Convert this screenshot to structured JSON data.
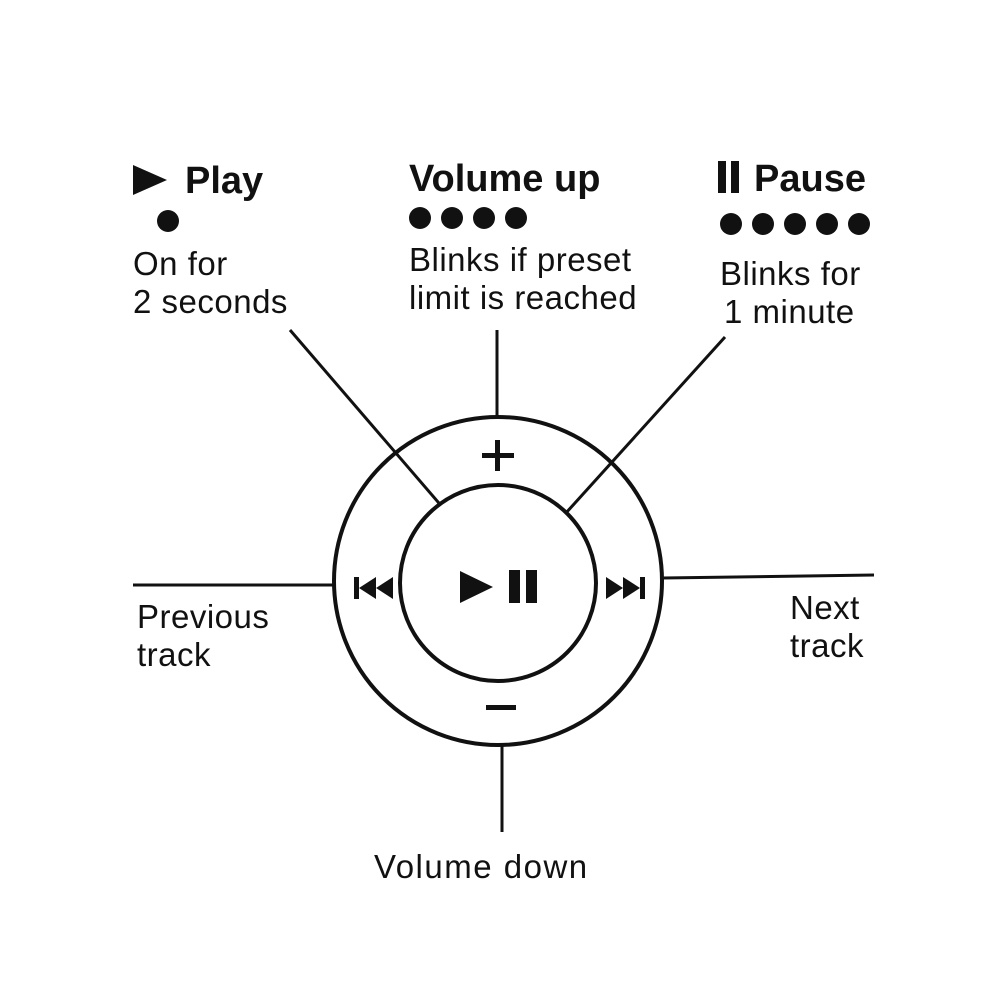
{
  "play": {
    "title": "Play",
    "icon": "play-icon",
    "dot_count": 1,
    "desc_line1": "On for",
    "desc_line2": "2 seconds"
  },
  "volume_up": {
    "title": "Volume up",
    "dot_count": 4,
    "desc_line1": "Blinks if preset",
    "desc_line2": "limit is reached"
  },
  "pause": {
    "title": "Pause",
    "icon": "pause-icon",
    "dot_count": 5,
    "desc_line1": "Blinks for",
    "desc_line2": "1 minute"
  },
  "previous_track": {
    "line1": "Previous",
    "line2": "track"
  },
  "next_track": {
    "line1": "Next",
    "line2": "track"
  },
  "volume_down": {
    "label": "Volume down"
  },
  "wheel": {
    "plus_symbol": "+",
    "minus_symbol": "–",
    "center_icons": [
      "play-icon",
      "pause-icon"
    ],
    "left_icon": "previous-track-icon",
    "right_icon": "next-track-icon"
  }
}
